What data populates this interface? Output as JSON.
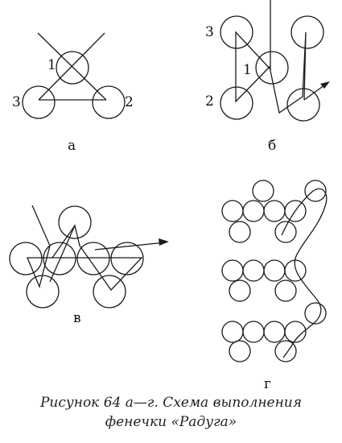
{
  "panels": {
    "a": {
      "letter": "а",
      "labels": [
        "1",
        "2",
        "3"
      ]
    },
    "b": {
      "letter": "б",
      "labels": [
        "1",
        "2",
        "3"
      ]
    },
    "v": {
      "letter": "в"
    },
    "g": {
      "letter": "г"
    }
  },
  "caption": {
    "line1": "Рисунок 64 а—г. Схема выполнения",
    "line2": "фенечки «Радуга»"
  },
  "colors": {
    "stroke": "#1a1a1a",
    "background": "#ffffff"
  }
}
